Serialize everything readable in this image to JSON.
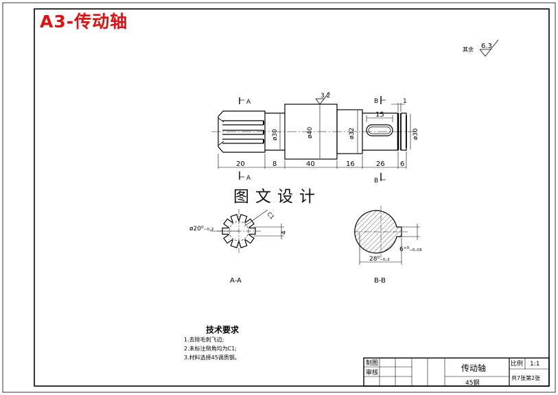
{
  "header": {
    "sheet_title": "A3-传动轴",
    "watermark": "图文设计"
  },
  "surface_roughness": {
    "general_label": "其余",
    "general_value": "6.3",
    "local_value": "3.2"
  },
  "main_view": {
    "section_mark_a": "A",
    "section_mark_b": "B",
    "dim_lengths": [
      "20",
      "8",
      "40",
      "16",
      "26",
      "6"
    ],
    "dim_diameters": [
      "ø30",
      "ø40",
      "ø32",
      "ø30"
    ],
    "keyway_length": "15",
    "groove_width": "1"
  },
  "section_aa": {
    "label": "A-A",
    "diameter_tol": "ø20⁰₋₀.₂",
    "spline_width": "4",
    "chamfer_note": "C1"
  },
  "section_bb": {
    "label": "B-B",
    "depth_dim": "28⁰₋₀.₂",
    "keyway_width": "6⁺⁰₋₀.₀₃"
  },
  "tech_requirements": {
    "title": "技术要求",
    "items": [
      "1.去除毛刺飞边;",
      "2.未标注倒角均为C1;",
      "3.材料选择45调质钢。"
    ]
  },
  "title_block": {
    "drawn_label": "制图",
    "review_label": "审核",
    "part_name": "传动轴",
    "material": "45钢",
    "scale_label": "比例",
    "scale_value": "1:1",
    "sheet_info": "共7张第2张"
  }
}
